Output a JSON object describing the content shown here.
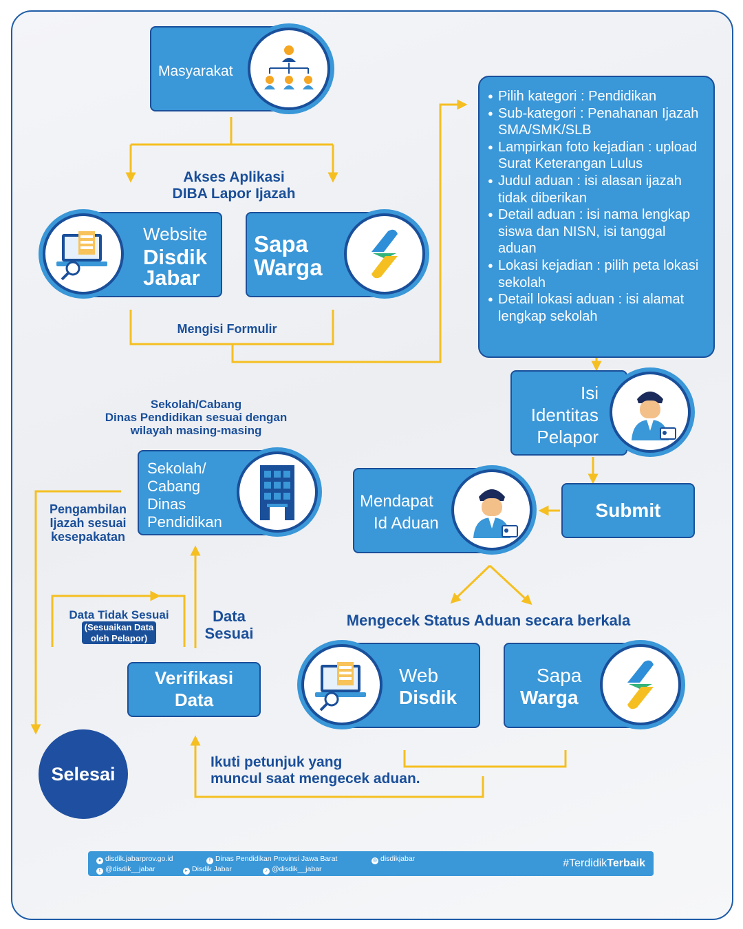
{
  "nodes": {
    "masyarakat": "Masyarakat",
    "akses_title": [
      "Akses Aplikasi",
      "DIBA Lapor Ijazah"
    ],
    "website": [
      "Website",
      "Disdik",
      "Jabar"
    ],
    "sapa1": [
      "Sapa",
      "Warga"
    ],
    "mengisi": "Mengisi Formulir",
    "form_items": [
      "Pilih kategori : Pendidikan",
      "Sub-kategori : Penahanan Ijazah SMA/SMK/SLB",
      "Lampirkan foto kejadian : upload Surat Keterangan Lulus",
      "Judul aduan : isi alasan ijazah tidak diberikan",
      "Detail aduan : isi nama lengkap siswa dan NISN, isi tanggal aduan",
      "Lokasi kejadian : pilih peta lokasi sekolah",
      "Detail lokasi aduan : isi alamat lengkap sekolah"
    ],
    "isi_identitas": [
      "Isi",
      "Identitas",
      "Pelapor"
    ],
    "submit": "Submit",
    "mendapat": [
      "Mendapat",
      "Id Aduan"
    ],
    "mengecek": "Mengecek Status Aduan secara berkala",
    "web_disdik": [
      "Web",
      "Disdik"
    ],
    "sapa2": [
      "Sapa",
      "Warga"
    ],
    "ikuti": [
      "Ikuti petunjuk yang",
      "muncul saat mengecek aduan."
    ],
    "verifikasi": [
      "Verifikasi",
      "Data"
    ],
    "data_sesuai": [
      "Data",
      "Sesuai"
    ],
    "data_tidak": "Data Tidak Sesuai",
    "data_tidak_sub": [
      "(Sesuaikan Data",
      "oleh Pelapor)"
    ],
    "sekolah_title": [
      "Sekolah/Cabang",
      "Dinas Pendidikan sesuai dengan",
      "wilayah masing-masing"
    ],
    "sekolah": [
      "Sekolah/",
      "Cabang",
      "Dinas",
      "Pendidikan"
    ],
    "pengambilan": [
      "Pengambilan",
      "Ijazah sesuai",
      "kesepakatan"
    ],
    "selesai": "Selesai"
  },
  "footer": {
    "web": "disdik.jabarprov.go.id",
    "facebook": "Dinas Pendidikan Provinsi Jawa Barat",
    "instagram": "disdikjabar",
    "twitter": "@disdik__jabar",
    "youtube": "Disdik Jabar",
    "tiktok": "@disdik__jabar",
    "hashtag_a": "#Terdidik",
    "hashtag_b": "Terbaik"
  },
  "colors": {
    "accent": "#3a97d8",
    "dark": "#1a4f9a",
    "arrow": "#f5bf21"
  }
}
